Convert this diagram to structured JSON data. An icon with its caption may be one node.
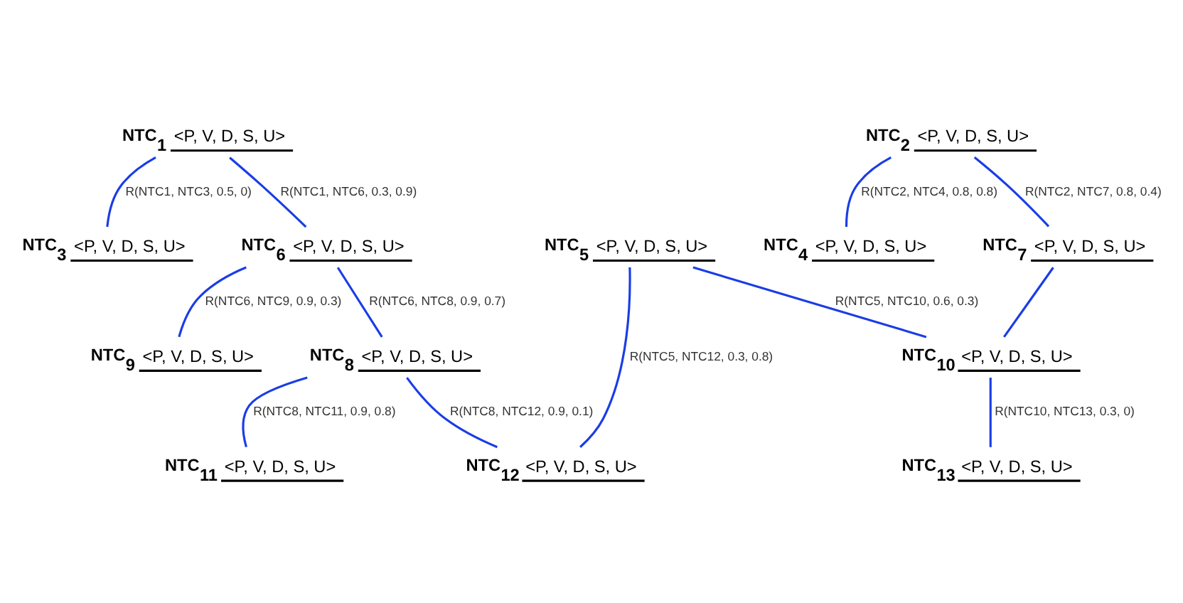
{
  "diagram": {
    "nodes": [
      {
        "text": [
          "NTC$_{1}$",
          "<P, V, D, S, U>"
        ]
      },
      {
        "text": [
          "NTC$_{2}$",
          "<P, V, D, S, U>"
        ]
      },
      {
        "text": [
          "NTC$_{3}$",
          "<P, V, D, S, U>"
        ]
      },
      {
        "text": [
          "NTC$_{4}$",
          "<P, V, D, S, U>"
        ]
      },
      {
        "text": [
          "NTC$_{5}$",
          "<P, V, D, S, U>"
        ]
      },
      {
        "text": [
          "NTC$_{6}$",
          "<P, V, D, S, U>"
        ]
      },
      {
        "text": [
          "NTC$_{7}$",
          "<P, V, D, S, U>"
        ]
      },
      {
        "text": [
          "NTC$_{8}$",
          "<P, V, D, S, U>"
        ]
      },
      {
        "text": [
          "NTC$_{9}$",
          "<P, V, D, S, U>"
        ]
      },
      {
        "text": [
          "NTC$_{10}$",
          "<P, V, D, S, U>"
        ]
      },
      {
        "text": [
          "NTC$_{11}$",
          "<P, V, D, S, U>"
        ]
      },
      {
        "text": [
          "NTC$_{12}$",
          "<P, V, D, S, U>"
        ]
      },
      {
        "text": [
          "NTC$_{13}$",
          "<P, V, D, S, U>"
        ]
      }
    ],
    "edges": [
      {
        "from": 0,
        "to": 2,
        "arrow": "none",
        "label": "R(NTC1, NTC3, 0.5, 0)"
      },
      {
        "from": 0,
        "to": 5,
        "arrow": "none",
        "label": "R(NTC1, NTC6, 0.3, 0.9)"
      },
      {
        "from": 1,
        "to": 3,
        "arrow": "none",
        "label": "R(NTC2, NTC4, 0.8, 0.8)"
      },
      {
        "from": 1,
        "to": 6,
        "arrow": "none",
        "label": "R(NTC2, NTC7, 0.8, 0.4)"
      },
      {
        "from": 4,
        "to": 9,
        "arrow": "none",
        "label": "R(NTC5, NTC10, 0.6, 0.3)"
      },
      {
        "from": 4,
        "to": 11,
        "arrow": "none",
        "label": "R(NTC5, NTC12, 0.3, 0.8)"
      },
      {
        "from": 5,
        "to": 7,
        "arrow": "none",
        "label": "R(NTC6, NTC8, 0.9, 0.7)"
      },
      {
        "from": 5,
        "to": 8,
        "arrow": "none",
        "label": "R(NTC6, NTC9, 0.9, 0.3)"
      },
      {
        "from": 6,
        "to": 9,
        "arrow": "none"
      },
      {
        "from": 7,
        "to": 10,
        "arrow": "none",
        "label": "R(NTC8, NTC11, 0.9, 0.8)"
      },
      {
        "from": 7,
        "to": 11,
        "arrow": "none",
        "label": "R(NTC8, NTC12, 0.9, 0.1)"
      },
      {
        "from": 9,
        "to": 12,
        "arrow": "none",
        "label": "R(NTC10, NTC13, 0.3, 0)"
      }
    ]
  }
}
